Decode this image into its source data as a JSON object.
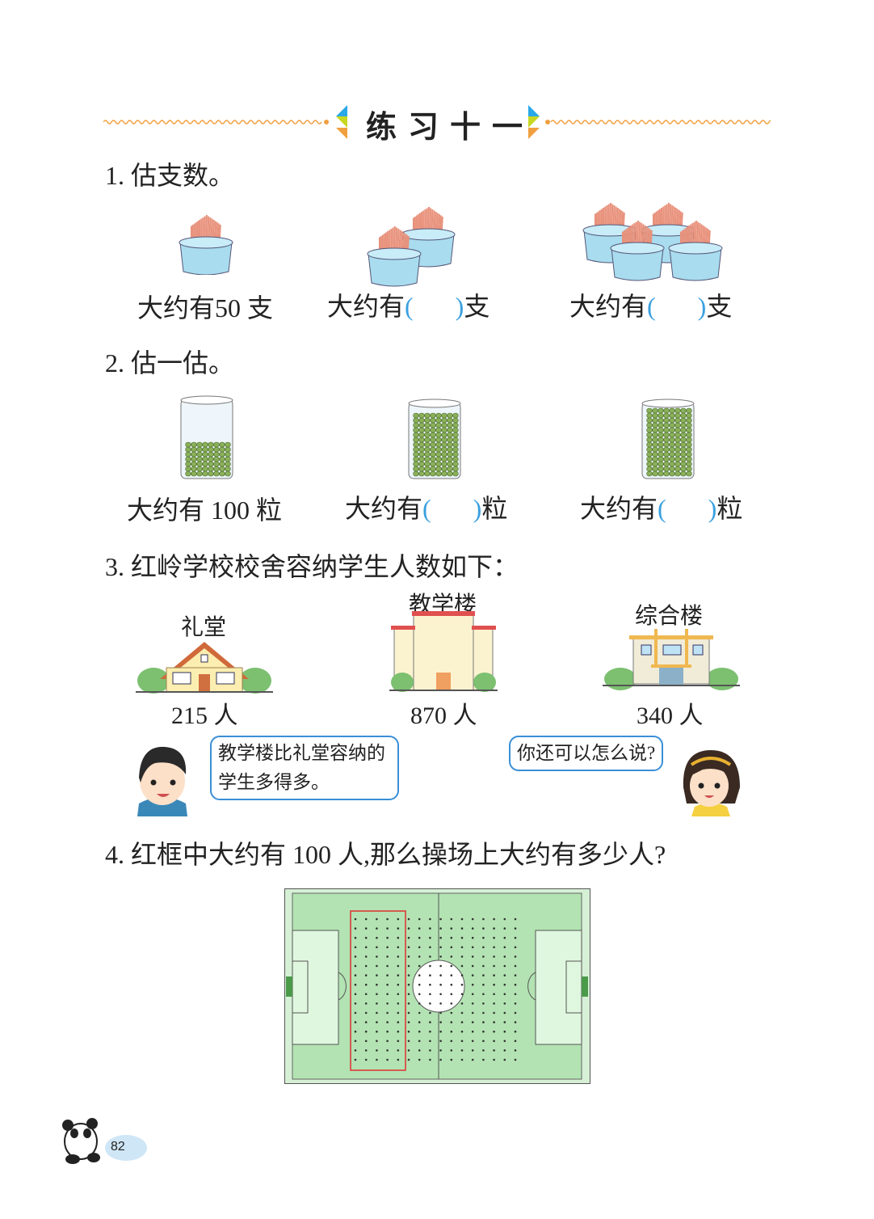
{
  "title": "练习十一",
  "q1": {
    "heading": "1. 估支数。",
    "items": [
      {
        "prefix": "大约有",
        "value": "50",
        "unit": "支"
      },
      {
        "prefix": "大约有",
        "open": "(",
        "close": ")",
        "unit": "支"
      },
      {
        "prefix": "大约有",
        "open": "(",
        "close": ")",
        "unit": "支"
      }
    ]
  },
  "q2": {
    "heading": "2. 估一估。",
    "items": [
      {
        "prefix": "大约有",
        "value": "100",
        "unit": "粒"
      },
      {
        "prefix": "大约有",
        "open": "(",
        "close": ")",
        "unit": "粒"
      },
      {
        "prefix": "大约有",
        "open": "(",
        "close": ")",
        "unit": "粒"
      }
    ]
  },
  "q3": {
    "heading": "3. 红岭学校校舍容纳学生人数如下：",
    "buildings": [
      {
        "name": "礼堂",
        "count": "215 人"
      },
      {
        "name": "教学楼",
        "count": "870 人"
      },
      {
        "name": "综合楼",
        "count": "340 人"
      }
    ],
    "boy_says": [
      "教学楼比礼堂容纳的",
      "学生多得多。"
    ],
    "girl_says": "你还可以怎么说?"
  },
  "q4": {
    "heading": "4. 红框中大约有 100 人,那么操场上大约有多少人?"
  },
  "page_number": "82",
  "colors": {
    "accent": "#f0a040",
    "field": "#b5e6b5",
    "frame": "#e03030",
    "bubble": "#3a8fd8"
  }
}
